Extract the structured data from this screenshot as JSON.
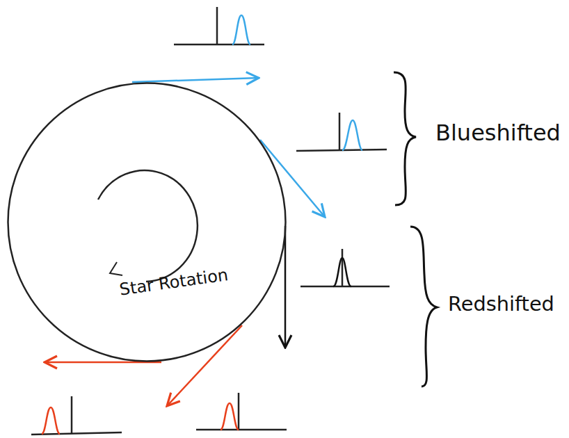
{
  "diagram": {
    "nodes": [
      {
        "text": [
          "Star Rotation"
        ]
      }
    ],
    "labels": [
      "Blueshifted",
      "Redshifted"
    ]
  }
}
